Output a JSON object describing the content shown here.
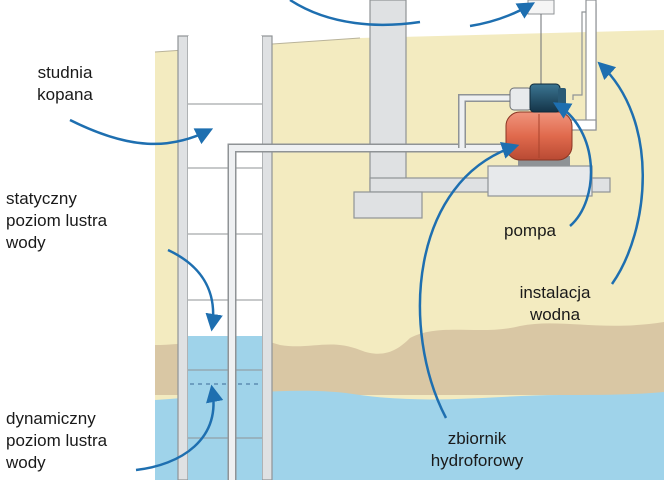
{
  "labels": {
    "well": {
      "line1": "studnia",
      "line2": "kopana"
    },
    "static_level": {
      "line1": "statyczny",
      "line2": "poziom lustra",
      "line3": "wody"
    },
    "dynamic_level": {
      "line1": "dynamiczny",
      "line2": "poziom lustra",
      "line3": "wody"
    },
    "pump": {
      "line1": "pompa"
    },
    "installation": {
      "line1": "instalacja",
      "line2": "wodna"
    },
    "tank": {
      "line1": "zbiornik",
      "line2": "hydroforowy"
    }
  },
  "colors": {
    "ground": "#f3ebc0",
    "soil_layer": "#d9c7a4",
    "water": "#9fd3ea",
    "concrete": "#dfe1e3",
    "concrete_edge": "#8f9396",
    "pipe": "#c9cccf",
    "arrow": "#1e6fb0",
    "tank": "#e06a4d",
    "pump_motor": "#1c4a63"
  }
}
